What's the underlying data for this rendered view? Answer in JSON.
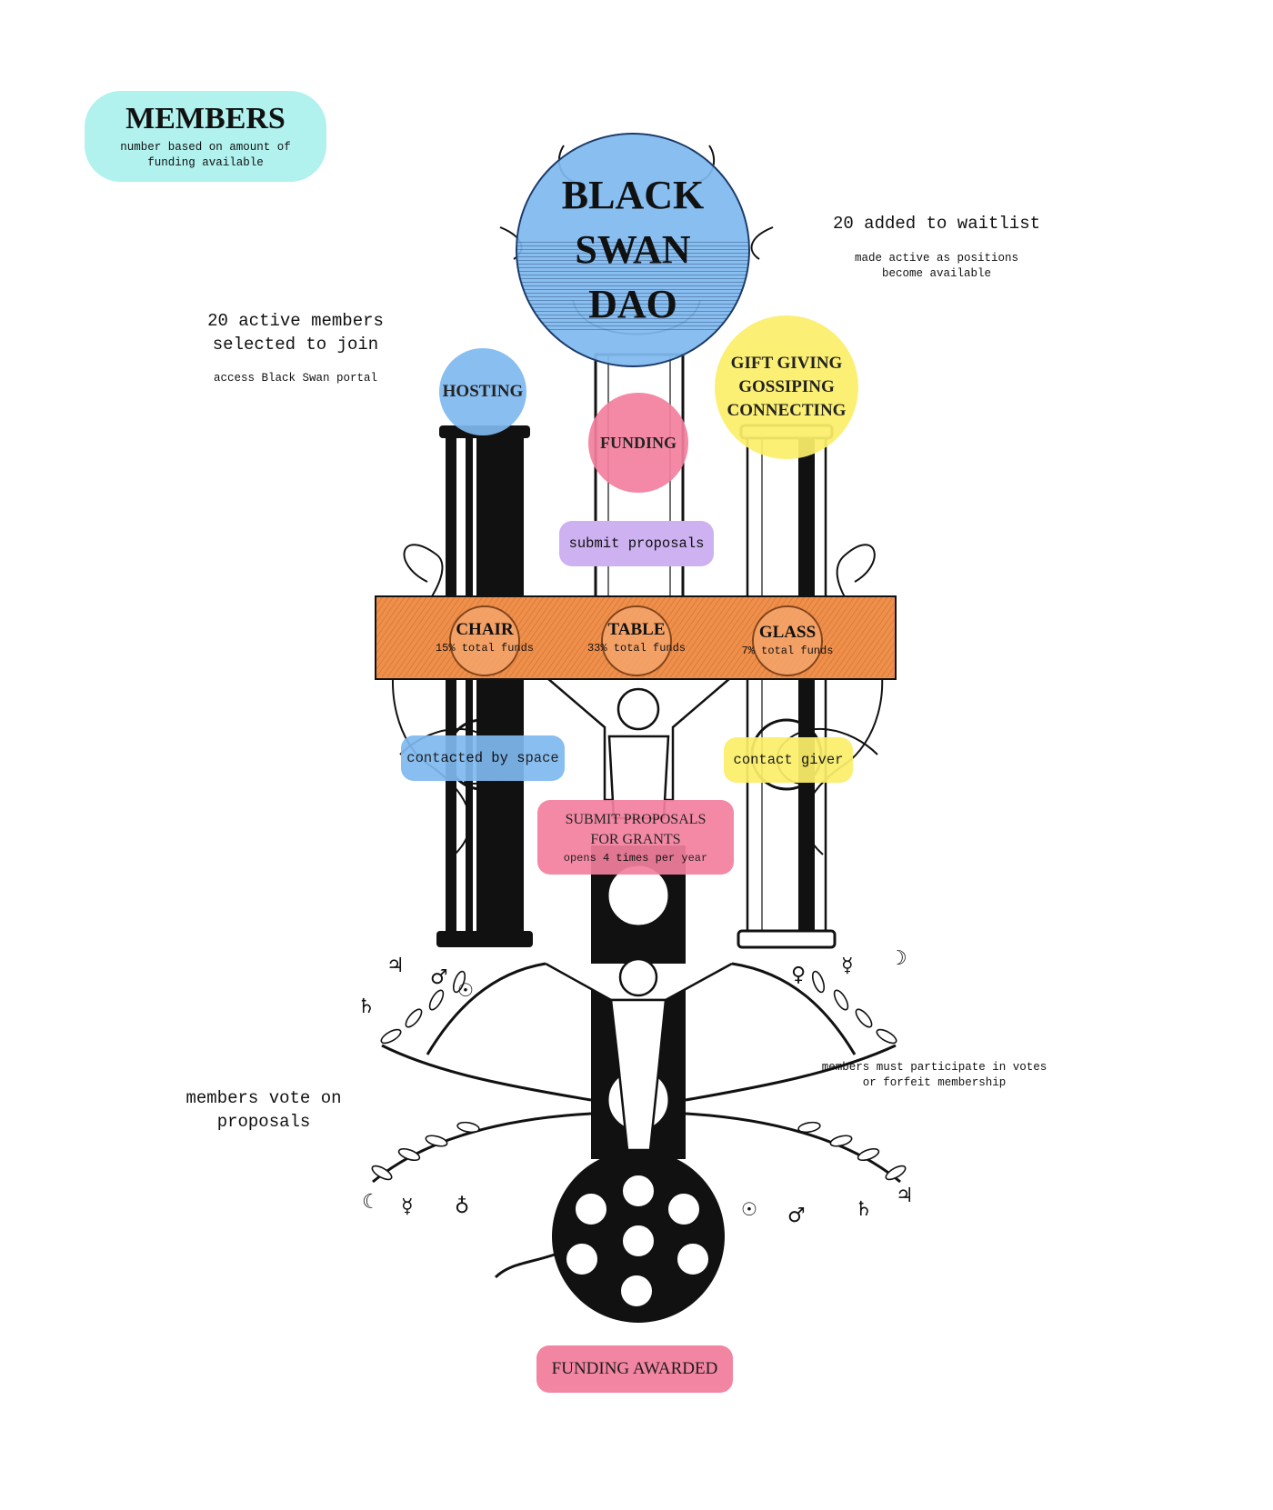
{
  "members": {
    "title": "MEMBERS",
    "subtitle": "number based on amount of funding available"
  },
  "dao": {
    "line1": "BLACK",
    "line2": "SWAN",
    "line3": "DAO"
  },
  "waitlist": {
    "title": "20 added to waitlist",
    "note": "made active as positions become available"
  },
  "active": {
    "title": "20 active members selected to join",
    "note": "access Black Swan portal"
  },
  "hosting": {
    "label": "HOSTING"
  },
  "funding": {
    "label": "FUNDING"
  },
  "gift": {
    "line1": "GIFT GIVING",
    "line2": "GOSSIPING",
    "line3": "CONNECTING"
  },
  "submit_small": {
    "label": "submit proposals"
  },
  "bar": {
    "items": [
      {
        "title": "CHAIR",
        "sub": "15% total funds"
      },
      {
        "title": "TABLE",
        "sub": "33% total funds"
      },
      {
        "title": "GLASS",
        "sub": "7% total funds"
      }
    ]
  },
  "contacted": {
    "label": "contacted by space"
  },
  "contact_giver": {
    "label": "contact giver"
  },
  "grants": {
    "line1": "SUBMIT PROPOSALS",
    "line2": "FOR GRANTS",
    "sub": "opens 4 times per year"
  },
  "vote": {
    "title": "members vote on proposals"
  },
  "participate": {
    "note": "members must participate in votes or forfeit membership"
  },
  "awarded": {
    "label": "FUNDING AWARDED"
  },
  "glyphs": {
    "left_top": [
      "♃",
      "♂",
      "☉",
      "♄"
    ],
    "right_top": [
      "♀",
      "☿",
      "☽"
    ],
    "left_bottom": [
      "☾",
      "☿",
      "♁"
    ],
    "right_bottom": [
      "☉",
      "♂",
      "♄",
      "♃"
    ]
  },
  "colors": {
    "cyan": "#b1f1ee",
    "blue": "#7fb9ef",
    "pink": "#f27f9e",
    "yellow": "#fbee6a",
    "purple": "#cdb1f0",
    "orange": "#f08f4a",
    "ink": "#111111"
  }
}
